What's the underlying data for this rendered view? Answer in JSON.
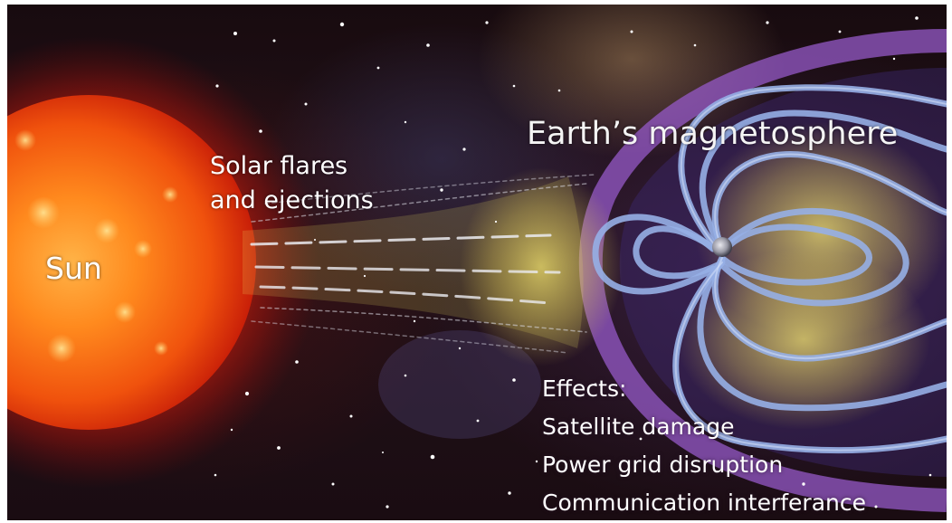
{
  "labels": {
    "sun": "Sun",
    "flares_line1": "Solar flares",
    "flares_line2": "and ejections",
    "magnetosphere": "Earth’s magnetosphere"
  },
  "effects": {
    "heading": "Effects:",
    "items": [
      "Satellite damage",
      "Power grid disruption",
      "Communication interferance"
    ]
  },
  "colors": {
    "sun_core": "#ff7a1a",
    "sun_edge": "#c81e08",
    "solar_wind": "#f2e35a",
    "field_lines": "#8fa8e0",
    "magnetopause": "#9b5cc9",
    "space": "#1a0c12"
  },
  "icons": [
    "sun-graphic",
    "earth-icon",
    "star-field"
  ]
}
